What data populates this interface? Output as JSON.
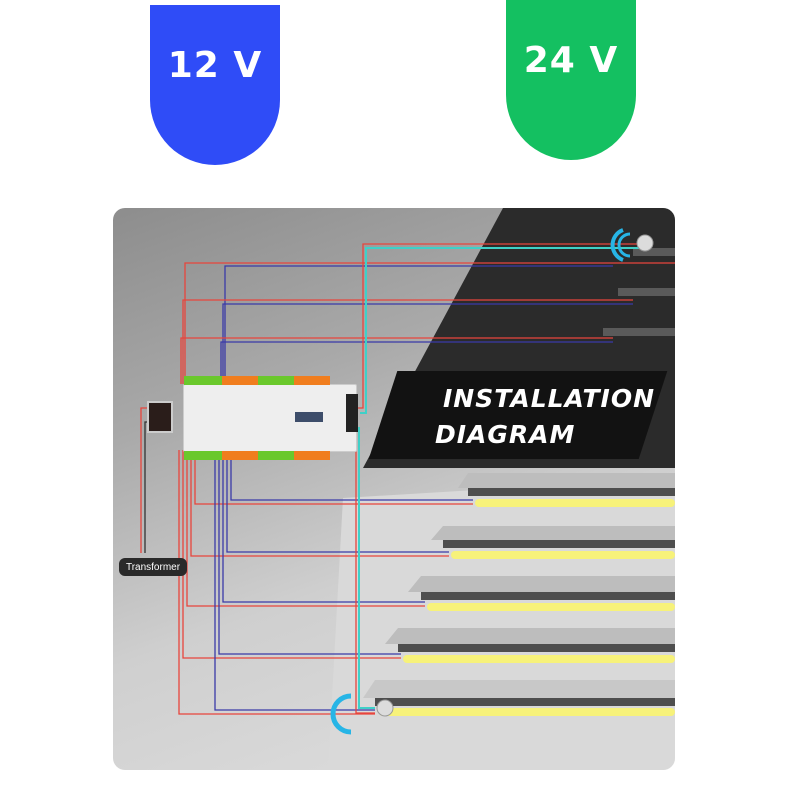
{
  "badges": [
    {
      "label": "12 V",
      "color": "#2f4cf7"
    },
    {
      "label": "24 V",
      "color": "#14c061"
    }
  ],
  "diagram": {
    "title_line1": "INSTALLATION",
    "title_line2": "DIAGRAM",
    "transformer_label": "Transformer",
    "wire_colors": {
      "positive": "#e8453c",
      "negative": "#3a3aa8",
      "signal": "#3fd0c8"
    },
    "led_color": "#f7f27a",
    "sensor_count": 2,
    "step_count": 5
  }
}
